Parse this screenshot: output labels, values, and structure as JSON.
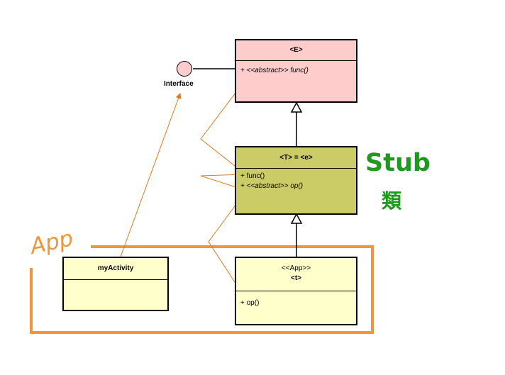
{
  "colors": {
    "interface_box": "#ffcccc",
    "stub_box": "#cccc66",
    "app_box": "#ffffcc",
    "app_frame": "#f0953a",
    "stub_text": "#1f9a1f",
    "arrow": "#d97a1e"
  },
  "interface_symbol": {
    "label": "Interface"
  },
  "class_E": {
    "name": "<E>",
    "members": [
      {
        "text": "+ <<abstract>> func()",
        "italic": true
      }
    ]
  },
  "class_T": {
    "name": "<T> = <e>",
    "members": [
      {
        "text": "+ func()",
        "italic": false
      },
      {
        "text": "+ <<abstract>> op()",
        "italic": true
      }
    ]
  },
  "class_t": {
    "stereotype": "<<App>>",
    "name": "<t>",
    "members": [
      {
        "text": "+ op()",
        "italic": false
      }
    ]
  },
  "class_myActivity": {
    "name": "myActivity"
  },
  "labels": {
    "stub_title": "Stub",
    "stub_subtitle": "類",
    "app": "App"
  }
}
